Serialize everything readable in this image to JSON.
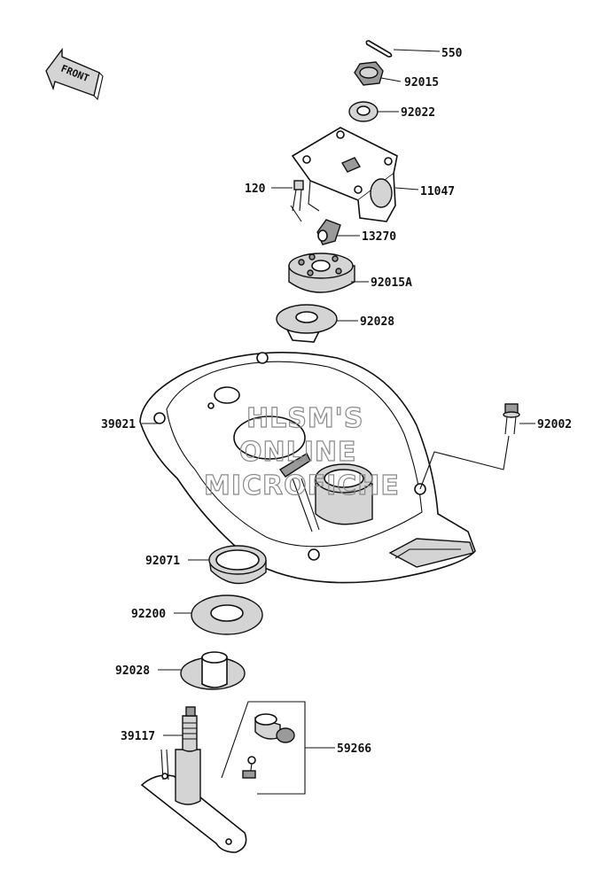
{
  "diagram": {
    "front_label": "FRONT",
    "watermark": [
      "HLSM'S",
      "ONLINE",
      "MICROFICHE"
    ],
    "part_labels": [
      "550",
      "92015",
      "92022",
      "11047",
      "120",
      "13270",
      "92015A",
      "92028",
      "39021",
      "92002",
      "92071",
      "92200",
      "92028",
      "39117",
      "59266"
    ]
  }
}
